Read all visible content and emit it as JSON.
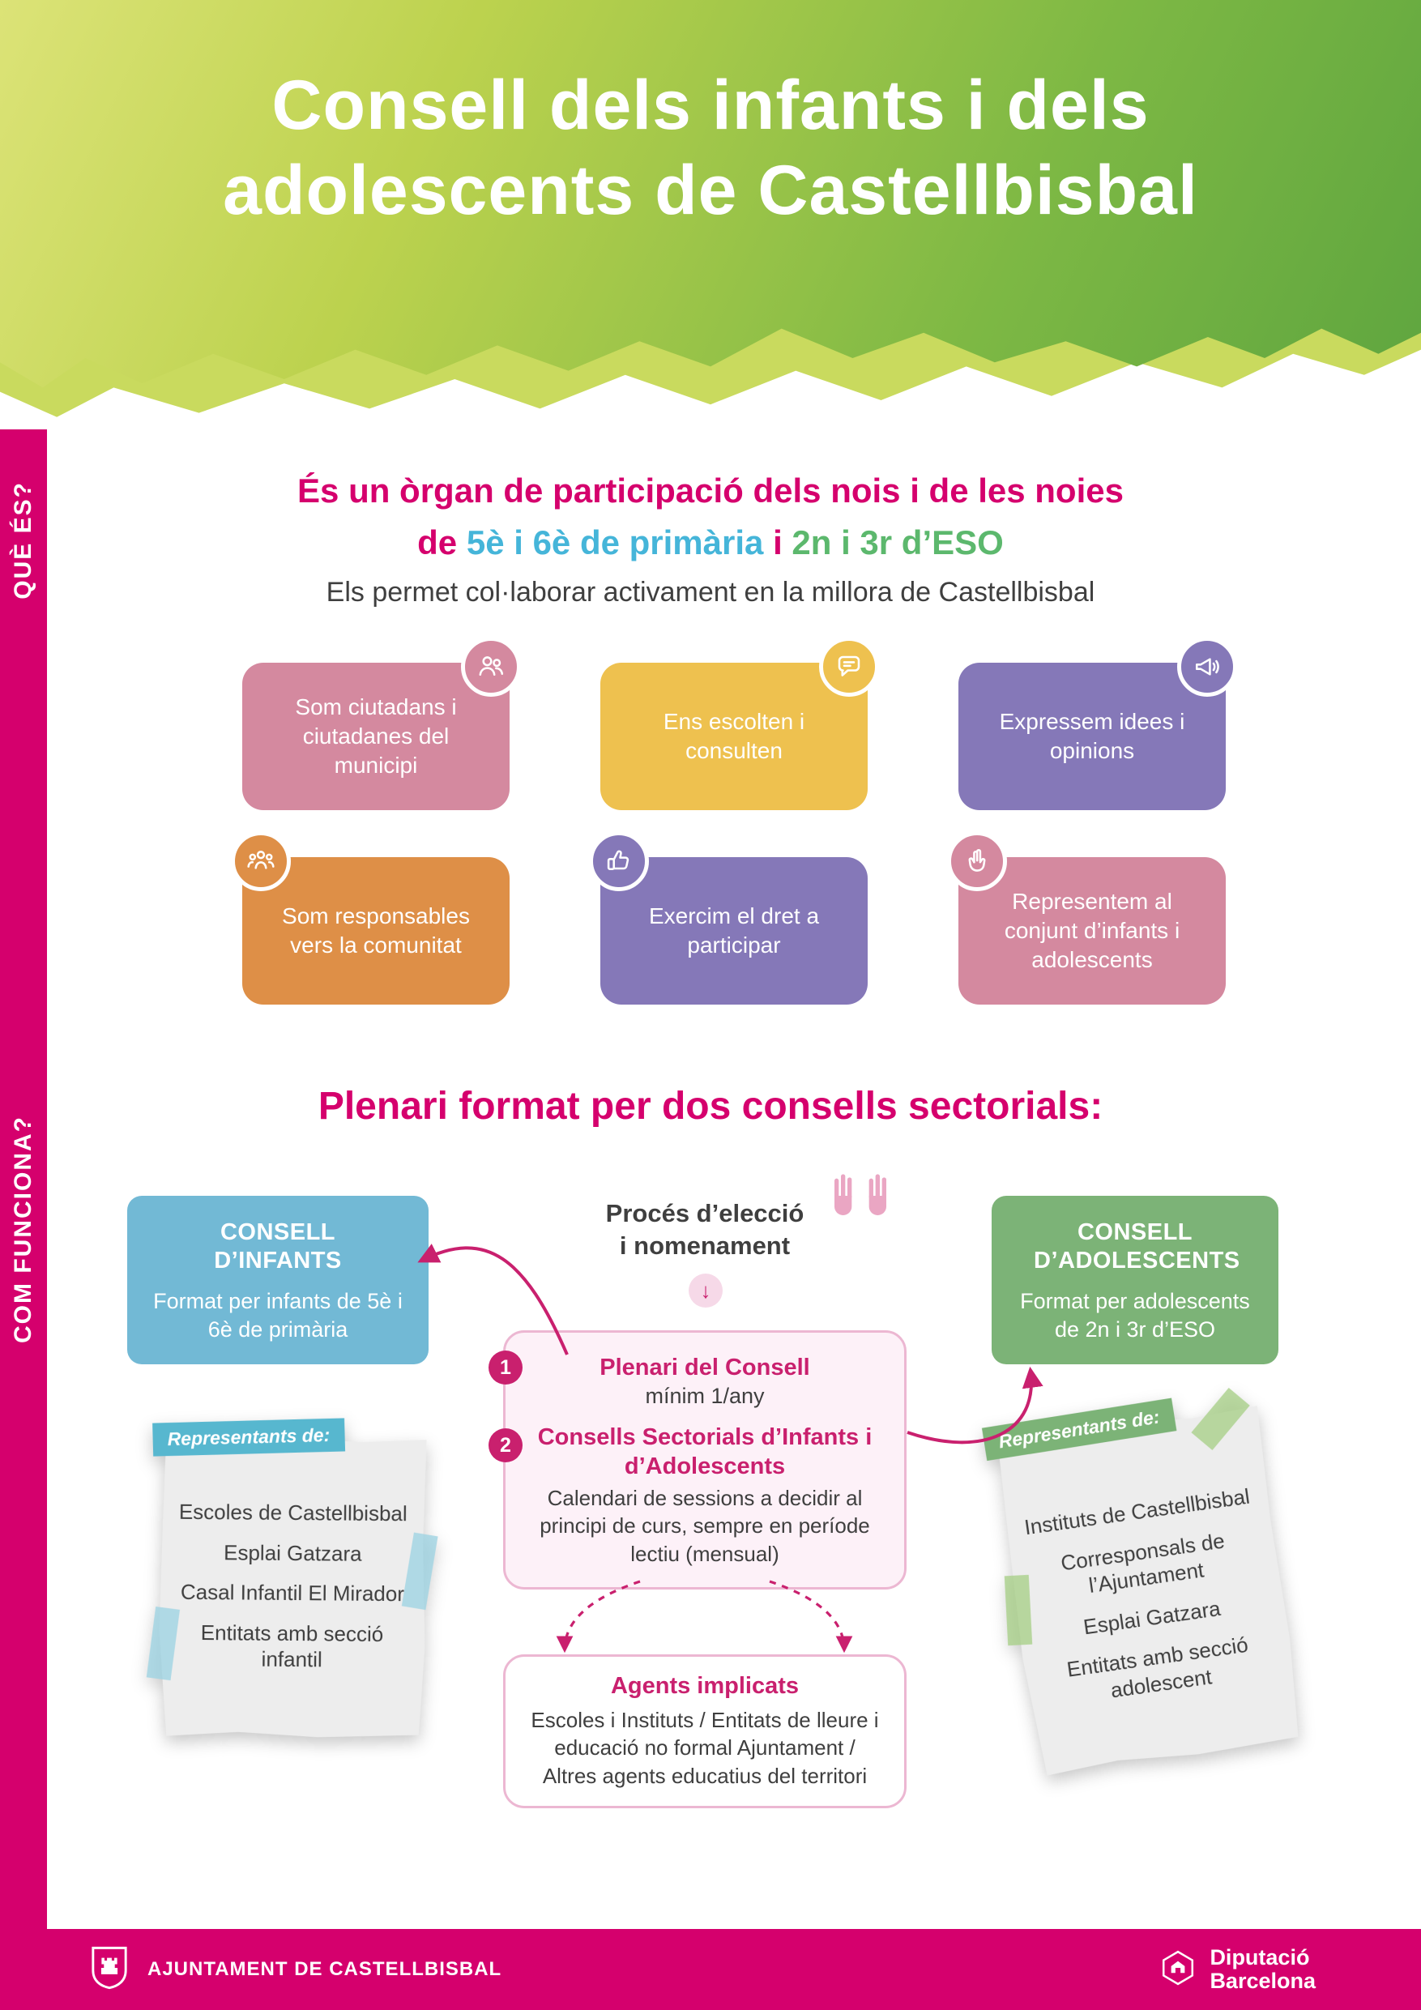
{
  "header": {
    "title_line1": "Consell dels infants i dels",
    "title_line2": "adolescents de Castellbisbal"
  },
  "sidebar": {
    "que_es": "QUÈ ÉS?",
    "com_funciona": "COM FUNCIONA?"
  },
  "icons": {
    "down_arrow": "↓"
  },
  "que_es": {
    "intro_line1": "És un òrgan de participació dels nois i de les noies",
    "intro_de": "de",
    "intro_primaria": "5è i 6è de primària",
    "intro_i": "i",
    "intro_eso": "2n i 3r d’ESO",
    "intro_line3": "Els permet col·laborar activament en la millora de Castellbisbal",
    "cards": [
      {
        "label": "Som ciutadans i ciutadanes del municipi",
        "icon": "citizens-icon",
        "color": "#d4899f"
      },
      {
        "label": "Ens escolten i consulten",
        "icon": "speech-bubble-icon",
        "color": "#eec14f"
      },
      {
        "label": "Expressem idees i opinions",
        "icon": "megaphone-icon",
        "color": "#8578b8"
      },
      {
        "label": "Som responsables vers la comunitat",
        "icon": "community-icon",
        "color": "#de8f47"
      },
      {
        "label": "Exercim el dret a participar",
        "icon": "thumbs-up-icon",
        "color": "#8578b8"
      },
      {
        "label": "Representem al conjunt d’infants i adolescents",
        "icon": "victory-hand-icon",
        "color": "#d4899f"
      }
    ]
  },
  "com_funciona": {
    "heading": "Plenari format per dos consells sectorials:",
    "consell_infants": {
      "title": "CONSELL D’INFANTS",
      "desc": "Format per infants de 5è i 6è de primària"
    },
    "consell_adolescents": {
      "title": "CONSELL D’ADOLESCENTS",
      "desc": "Format per adolescents de 2n i 3r d’ESO"
    },
    "proces_line1": "Procés d’elecció",
    "proces_line2": "i nomenament",
    "plenari_box": {
      "num1": "1",
      "item1_title": "Plenari del Consell",
      "item1_sub": "mínim 1/any",
      "num2": "2",
      "item2_title": "Consells Sectorials d’Infants i d’Adolescents",
      "item2_sub": "Calendari de sessions a decidir al principi de curs, sempre en període lectiu (mensual)"
    },
    "agents_box": {
      "title": "Agents implicats",
      "desc": "Escoles i Instituts / Entitats de lleure i educació no formal Ajuntament / Altres agents educatius del territori"
    },
    "nota_infants": {
      "badge": "Representants de:",
      "items": [
        "Escoles de Castellbisbal",
        "Esplai Gatzara",
        "Casal Infantil El Mirador",
        "Entitats amb secció infantil"
      ]
    },
    "nota_adolescents": {
      "badge": "Representants de:",
      "items": [
        "Instituts de Castellbisbal",
        "Corresponsals de l’Ajuntament",
        "Esplai Gatzara",
        "Entitats amb secció adolescent"
      ]
    }
  },
  "footer": {
    "ajuntament": "AJUNTAMENT DE CASTELLBISBAL",
    "diputacio_line1": "Diputació",
    "diputacio_line2": "Barcelona"
  },
  "colors": {
    "magenta": "#d5006d",
    "text_blue": "#45b5d9",
    "text_green": "#5cb86d",
    "card_pink": "#d4899f",
    "card_yellow": "#eec14f",
    "card_purple": "#8578b8",
    "card_orange": "#de8f47",
    "box_blue": "#72b9d5",
    "box_green": "#7cb377",
    "header_green_light": "#dce377",
    "header_green_dark": "#5ea53f"
  }
}
